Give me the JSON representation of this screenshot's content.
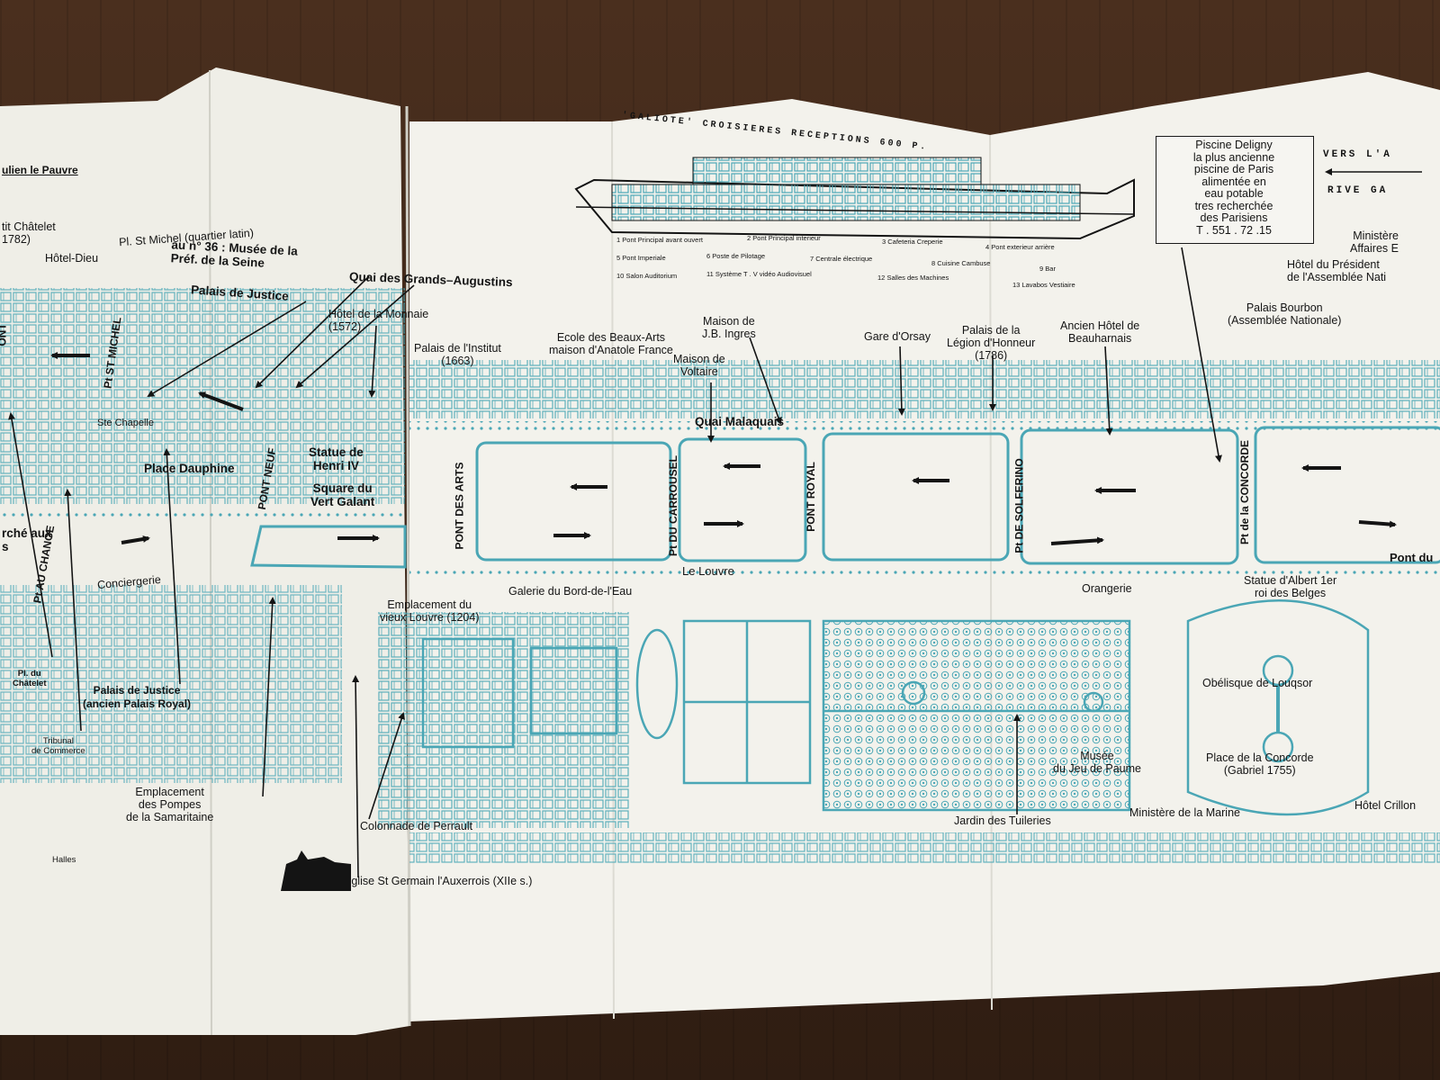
{
  "colors": {
    "paper": "#f2f1ea",
    "print_teal": "#4aa6b5",
    "ink": "#141414",
    "wood": "#3b2618"
  },
  "header": {
    "ship_title": "'GALIOTE' CROISIERES RECEPTIONS 600 P.",
    "vers": "VERS L'A",
    "rive": "RIVE GA"
  },
  "ship_legend": [
    {
      "num": "1",
      "text": "Pont Principal avant ouvert"
    },
    {
      "num": "2",
      "text": "Pont Principal interieur"
    },
    {
      "num": "3",
      "text": "Cafeteria Creperie"
    },
    {
      "num": "4",
      "text": "Pont exterieur arrière"
    },
    {
      "num": "5",
      "text": "Pont Imperiale"
    },
    {
      "num": "6",
      "text": "Poste de Pilotage"
    },
    {
      "num": "7",
      "text": "Centrale électrique"
    },
    {
      "num": "8",
      "text": "Cuisine Cambuse"
    },
    {
      "num": "9",
      "text": "Bar"
    },
    {
      "num": "10",
      "text": "Salon Auditorium"
    },
    {
      "num": "11",
      "text": "Système T . V vidéo Audiovisuel"
    },
    {
      "num": "12",
      "text": "Salles des Machines"
    },
    {
      "num": "13",
      "text": "Lavabos Vestiaire"
    }
  ],
  "deligny": "Piscine Deligny\nla plus ancienne\npiscine de Paris\nalimentée en\neau potable\ntres recherchée\ndes Parisiens\nT . 551 . 72 .15",
  "bridges": {
    "pont_neuf": "PONT NEUF",
    "pont_des_arts": "PONT DES ARTS",
    "pt_du_carrousel": "Pt DU CARROUSEL",
    "pont_royal": "PONT ROYAL",
    "pt_de_solferino": "Pt DE SOLFERINO",
    "pt_de_la_concorde": "Pt de la CONCORDE",
    "pt_st_michel": "Pt ST MICHEL",
    "pt_au_change": "Pt AU CHANGE",
    "pont_left": "ONT",
    "pont_du": "Pont du"
  },
  "labels": {
    "julien": "ulien le Pauvre",
    "petit_chatelet": "tit Châtelet\n1782)",
    "hotel_dieu": "Hôtel-Dieu",
    "quartier_latin": "Pl. St Michel (quartier latin)",
    "musee_pref": "au n° 36 : Musée de la\nPréf. de la Seine",
    "quai_augustins": "Quai des Grands–Augustins",
    "palais_justice": "Palais de Justice",
    "hotel_monnaie": "Hôtel de la Monnaie\n(1572)",
    "palais_institut": "Palais de l'Institut\n(1663)",
    "ecole_beaux_arts": "Ecole des Beaux-Arts\nmaison d'Anatole France",
    "maison_ingres": "Maison de\nJ.B. Ingres",
    "maison_voltaire": "Maison de\nVoltaire",
    "quai_malaquais": "Quai Malaquais",
    "gare_orsay": "Gare d'Orsay",
    "legion_honneur": "Palais de la\nLégion d'Honneur\n(1786)",
    "hotel_beauharnais": "Ancien Hôtel de\nBeauharnais",
    "palais_bourbon": "Palais Bourbon\n(Assemblée Nationale)",
    "hotel_president": "Hôtel du Président\nde l'Assemblée Nati",
    "ministere_affaires": "Ministère\nAffaires E",
    "ste_chapelle": "Ste Chapelle",
    "place_dauphine": "Place Dauphine",
    "statue_henri": "Statue de\nHenri IV",
    "square_vert_galant": "Square du\nVert Galant",
    "marche_fleurs": "rché aux\ns",
    "conciergerie": "Conciergerie",
    "galerie_bord_eau": "Galerie du Bord-de-l'Eau",
    "le_louvre": "Le Louvre",
    "vieux_louvre": "Emplacement du\nvieux Louvre (1204)",
    "orangerie": "Orangerie",
    "statue_albert": "Statue d'Albert 1er\nroi des Belges",
    "obelisque": "Obélisque de Louqsor",
    "place_concorde": "Place de la Concorde\n(Gabriel 1755)",
    "ministere_marine": "Ministère de la Marine",
    "hotel_crillon": "Hôtel Crillon",
    "jeu_de_paume": "Musée\ndu Jeu de Paume",
    "jardin_tuileries": "Jardin des Tuileries",
    "colonnade": "Colonnade de Perrault",
    "saint_germain": "Eglise St Germain l'Auxerrois (XIIe s.)",
    "pompes_samaritaine": "Emplacement\ndes Pompes\nde la Samaritaine",
    "halles": "Halles",
    "palais_justice_anc": "Palais de Justice\n(ancien Palais Royal)",
    "tribunal_commerce": "Tribunal\nde Commerce",
    "pl_chatelet": "Pl. du\nChâtelet"
  }
}
